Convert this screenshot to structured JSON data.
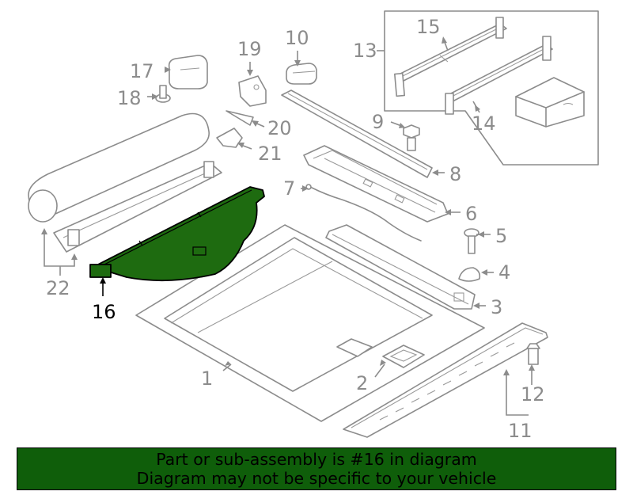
{
  "callouts": {
    "c1": "1",
    "c2": "2",
    "c3": "3",
    "c4": "4",
    "c5": "5",
    "c6": "6",
    "c7": "7",
    "c8": "8",
    "c9": "9",
    "c10": "10",
    "c11": "11",
    "c12": "12",
    "c13": "13",
    "c14": "14",
    "c15": "15",
    "c16": "16",
    "c17": "17",
    "c18": "18",
    "c19": "19",
    "c20": "20",
    "c21": "21",
    "c22": "22"
  },
  "highlight": {
    "part": "16",
    "color": "#1e6b10"
  },
  "banner": {
    "line1": "Part or sub-assembly is #16 in diagram",
    "line2": "Diagram may not be specific to your vehicle",
    "background": "#0f5e0a"
  }
}
